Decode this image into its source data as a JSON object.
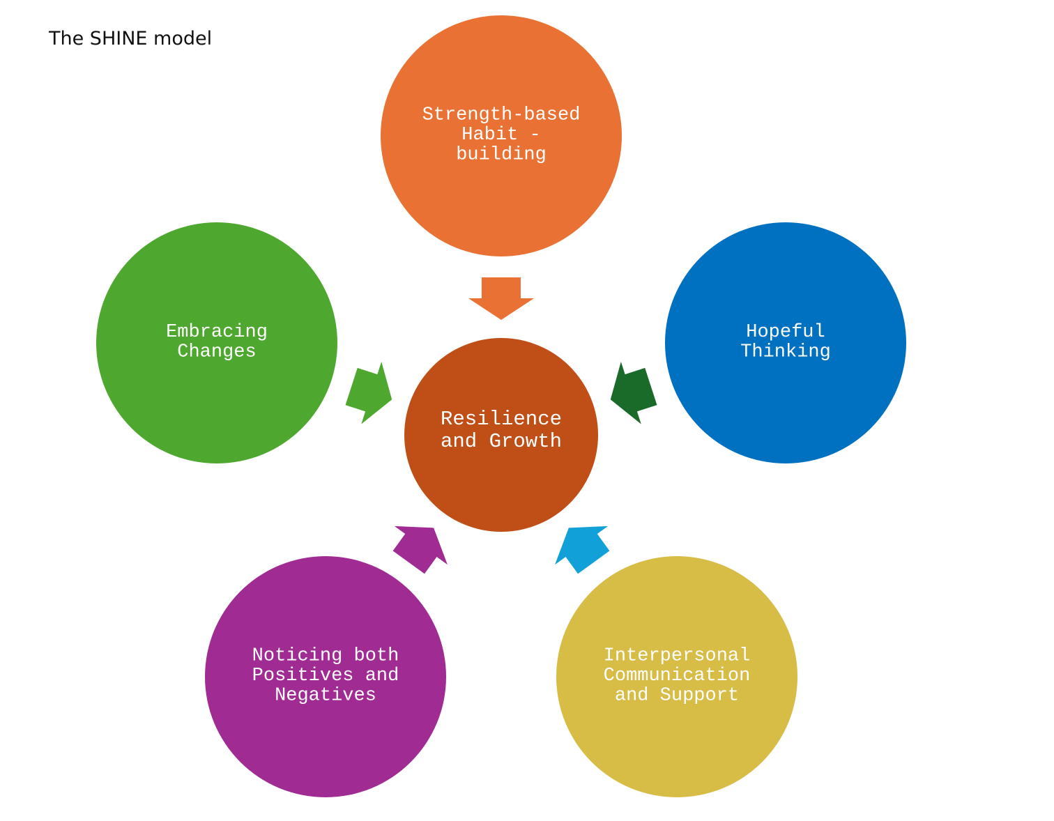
{
  "title": "The SHINE model",
  "center": {
    "lines": [
      "Resilience",
      "and Growth"
    ],
    "color": "#BF4F16"
  },
  "nodes": [
    {
      "id": "strength",
      "lines": [
        "Strength-based",
        "Habit -",
        "building"
      ],
      "color": "#E97133"
    },
    {
      "id": "hopeful",
      "lines": [
        "Hopeful",
        "Thinking"
      ],
      "color": "#0070C0"
    },
    {
      "id": "interpersonal",
      "lines": [
        "Interpersonal",
        "Communication",
        "and Support"
      ],
      "color": "#D7BC45"
    },
    {
      "id": "noticing",
      "lines": [
        "Noticing both",
        "Positives and",
        "Negatives"
      ],
      "color": "#A02B93"
    },
    {
      "id": "embracing",
      "lines": [
        "Embracing",
        "Changes"
      ],
      "color": "#4EA72E"
    }
  ],
  "arrow_colors": [
    "#E97133",
    "#1A6B2A",
    "#12A0D8",
    "#A02B93",
    "#4EA72E"
  ]
}
